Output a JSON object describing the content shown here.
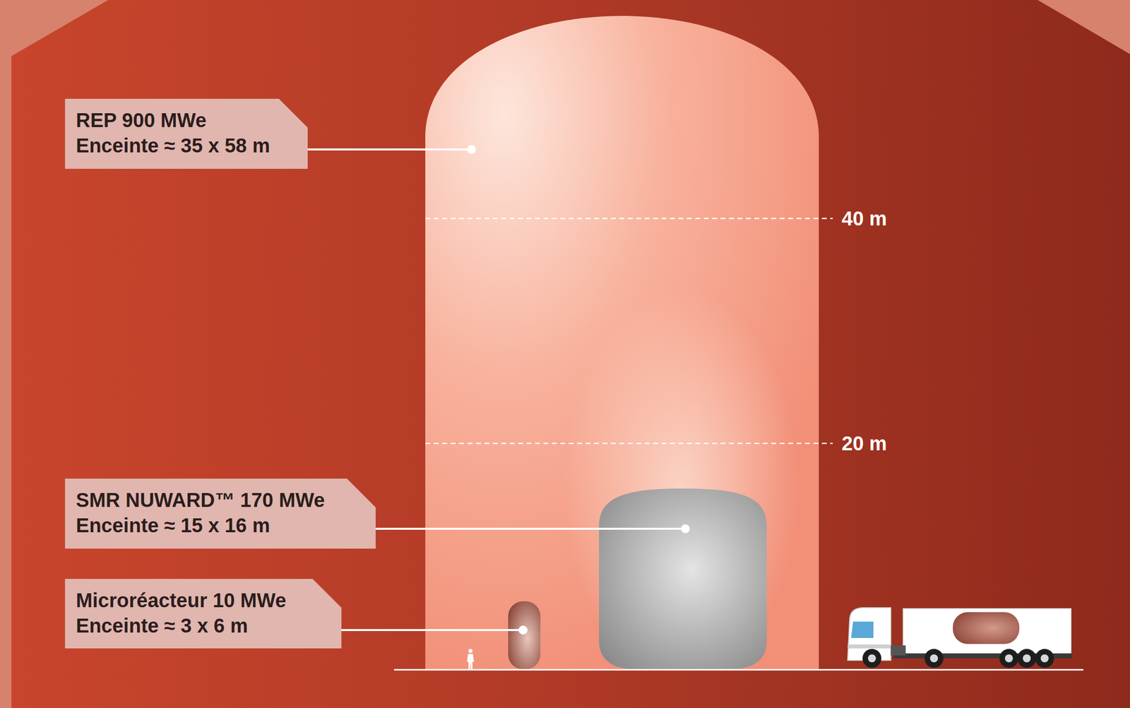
{
  "diagram": {
    "nodes": [
      {
        "text": [
          "REP 900 MWe",
          "Enceinte ≈ 35 x 58 m"
        ]
      },
      {
        "text": [
          "SMR NUWARD™ 170 MWe",
          "Enceinte ≈ 15 x 16 m"
        ]
      },
      {
        "text": [
          "Microréacteur 10 MWe",
          "Enceinte ≈ 3 x 6 m"
        ]
      }
    ],
    "labels": [
      "40 m",
      "20 m"
    ]
  }
}
